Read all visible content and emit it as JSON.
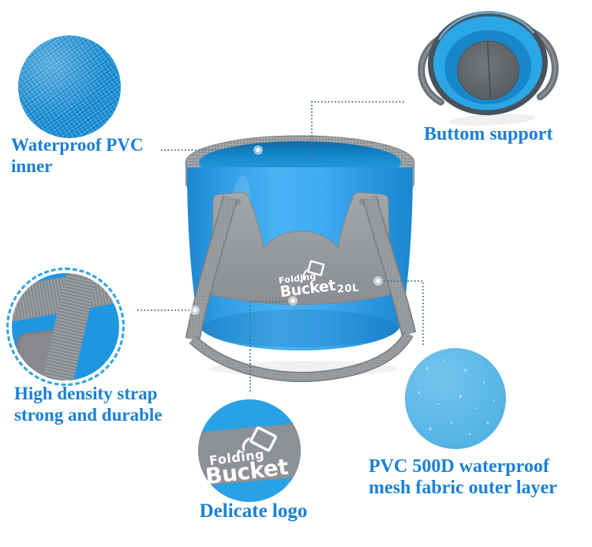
{
  "brand": {
    "line1": "Folding",
    "line2": "Bucket"
  },
  "bucket": {
    "capacity": "20L"
  },
  "callouts": {
    "waterproof_inner": {
      "line1": "Waterproof PVC",
      "line2": "inner"
    },
    "bottom_support": {
      "text": "Buttom support"
    },
    "strap": {
      "line1": "High density strap",
      "line2": "strong and durable"
    },
    "delicate_logo": {
      "text": "Delicate logo"
    },
    "outer_fabric": {
      "line1": "PVC 500D waterproof",
      "line2": "mesh fabric outer layer"
    }
  },
  "colors": {
    "label_blue": "#1a80d6",
    "bucket_blue": "#2fa2ec",
    "strap_gray": "#8d9094",
    "rim_gray": "#9b9fa2",
    "connector_dotted": "#3e7795",
    "dashed_ring_blue": "#2da5dc",
    "logo_text": "#ffffff"
  }
}
